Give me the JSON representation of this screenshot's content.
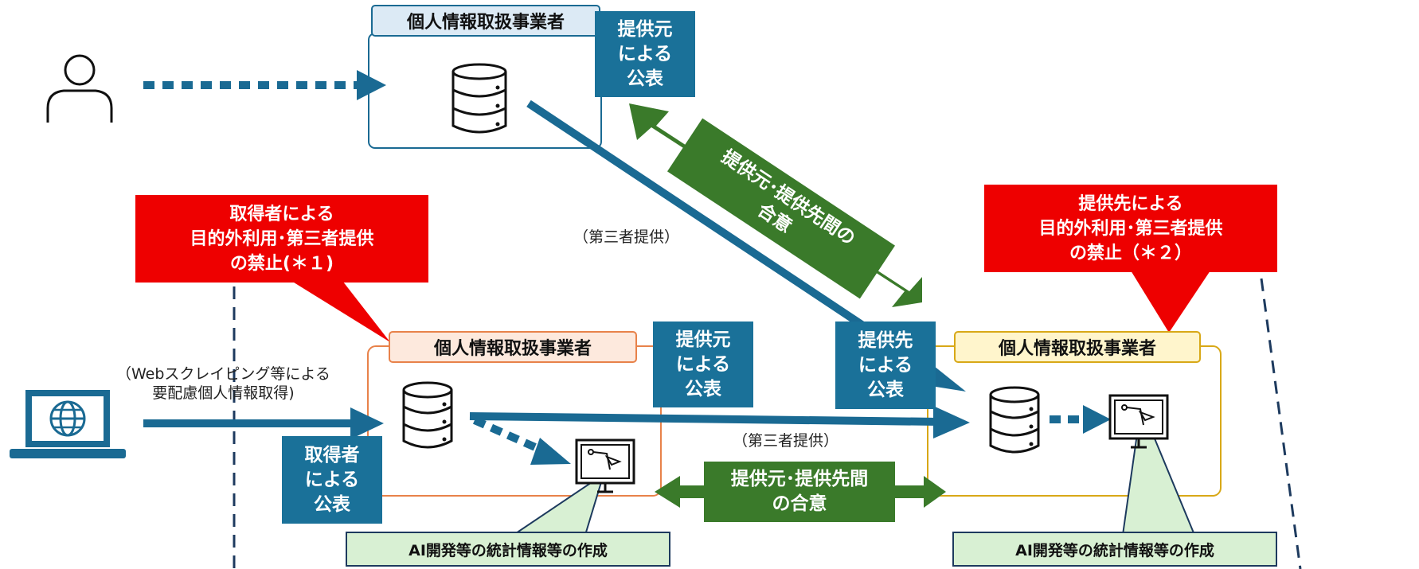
{
  "colors": {
    "dark_blue": "#1a6a93",
    "navy": "#1d3a5e",
    "green": "#3a7a2a",
    "red": "#ee0000",
    "orange_border": "#e8824a",
    "orange_fill": "#fde9dd",
    "yellow_border": "#d8a817",
    "yellow_fill": "#fff5cc",
    "blue_border": "#1a6a93",
    "blue_fill": "#dceaf5",
    "callout_fill": "#d8f0d3"
  },
  "icons": [
    "person-icon",
    "laptop-icon",
    "globe-icon",
    "database-icon",
    "monitor-icon"
  ],
  "top_box": {
    "title": "個人情報取扱事業者",
    "publication": "提供元\nによる\n公表"
  },
  "green_diagonal": {
    "label": "提供元･提供先間の\n合意"
  },
  "green_horizontal": {
    "label": "提供元･提供先間\nの合意"
  },
  "third_party_diag": "（第三者提供）",
  "third_party_horiz": "（第三者提供）",
  "red_left": {
    "text": "取得者による\n目的外利用･第三者提供\nの禁止(＊１)"
  },
  "red_right": {
    "text": "提供先による\n目的外利用･第三者提供\nの禁止（＊２）"
  },
  "scraping_note": "（Webスクレイピング等による\n要配慮個人情報取得)",
  "left_box": {
    "title": "個人情報取扱事業者",
    "acquirer_publication": "取得者\nによる\n公表",
    "source_publication": "提供元\nによる\n公表"
  },
  "right_box": {
    "title": "個人情報取扱事業者",
    "recipient_publication": "提供先\nによる\n公表"
  },
  "callout_left": "AI開発等の統計情報等の作成",
  "callout_right": "AI開発等の統計情報等の作成"
}
